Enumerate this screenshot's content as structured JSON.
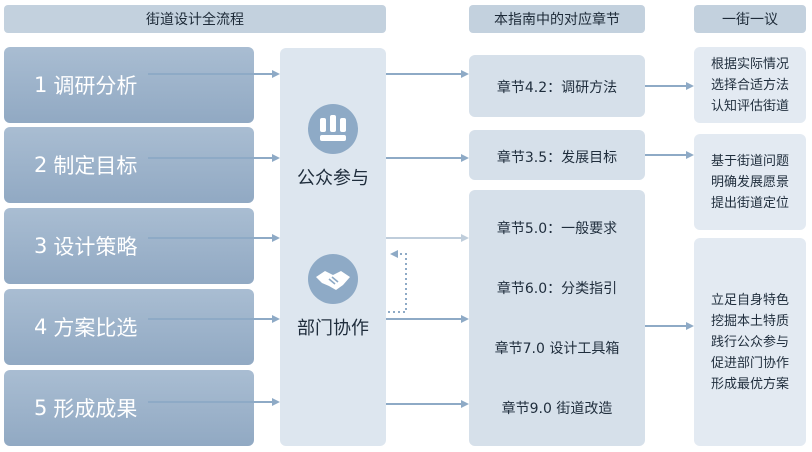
{
  "headers": {
    "process": "街道设计全流程",
    "chapters": "本指南中的对应章节",
    "principle": "一街一议"
  },
  "steps": [
    {
      "num": "1",
      "label": "调研分析"
    },
    {
      "num": "2",
      "label": "制定目标"
    },
    {
      "num": "3",
      "label": "设计策略"
    },
    {
      "num": "4",
      "label": "方案比选"
    },
    {
      "num": "5",
      "label": "形成成果"
    }
  ],
  "middle": {
    "public_participation": "公众参与",
    "department_cooperation": "部门协作"
  },
  "chapters": [
    "章节4.2：调研方法",
    "章节3.5：发展目标",
    "章节5.0：一般要求",
    "章节6.0：分类指引",
    "章节7.0  设计工具箱",
    "章节9.0  街道改造"
  ],
  "principles": [
    [
      "根据实际情况",
      "选择合适方法",
      "认知评估街道"
    ],
    [
      "基于街道问题",
      "明确发展愿景",
      "提出街道定位"
    ],
    [
      "立足自身特色",
      "挖掘本土特质",
      "践行公众参与",
      "促进部门协作",
      "形成最优方案"
    ]
  ],
  "colors": {
    "step_fill": "#9fb4cb",
    "panel_fill": "#dde6ef",
    "arrow": "#8eaac6",
    "header_fill": "#c3d1de"
  }
}
